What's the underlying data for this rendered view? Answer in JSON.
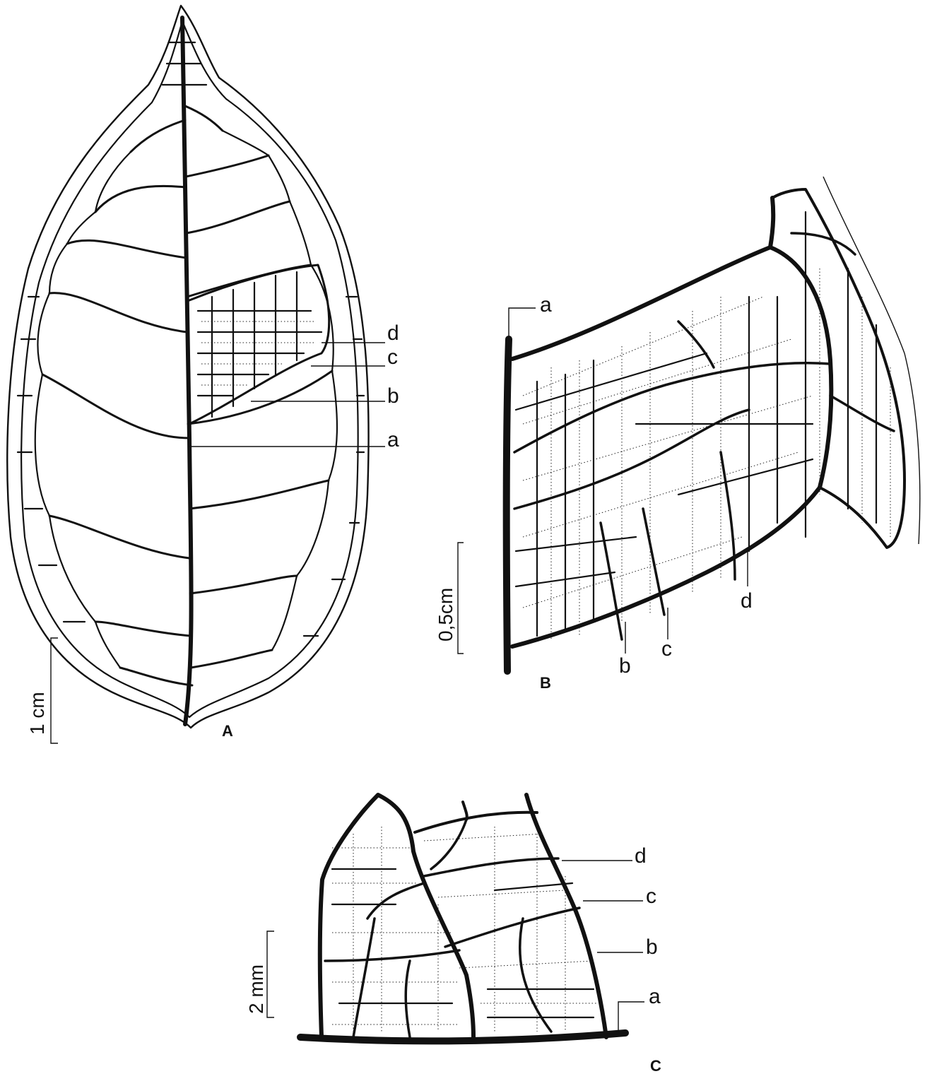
{
  "panels": {
    "A": {
      "letter": "A",
      "scale_label": "1 cm",
      "labels": {
        "d": "d",
        "c": "c",
        "b": "b",
        "a": "a"
      }
    },
    "B": {
      "letter": "B",
      "scale_label": "0,5cm",
      "labels": {
        "a": "a",
        "b": "b",
        "c": "c",
        "d": "d"
      }
    },
    "C": {
      "letter": "C",
      "scale_label": "2 mm",
      "labels": {
        "d": "d",
        "c": "c",
        "b": "b",
        "a": "a"
      }
    }
  },
  "colors": {
    "ink": "#111111",
    "paper": "#ffffff"
  }
}
